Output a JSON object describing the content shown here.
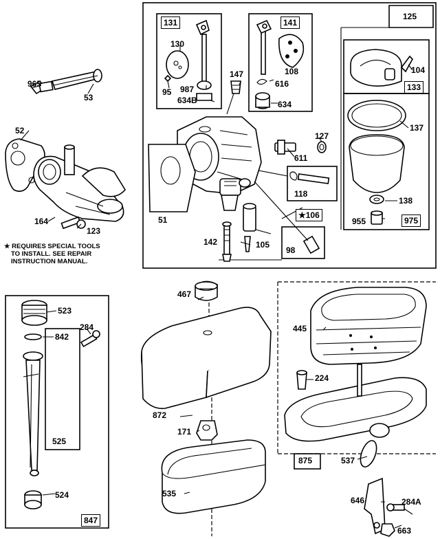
{
  "labels": {
    "l965": "965",
    "l53": "53",
    "l52": "52",
    "l164": "164",
    "l123": "123",
    "l131": "131",
    "l130": "130",
    "l95": "95",
    "l987": "987",
    "l634B": "634B",
    "l147": "147",
    "l141": "141",
    "l108": "108",
    "l616": "616",
    "l634": "634",
    "l125": "125",
    "l104": "104",
    "l133": "133",
    "l137": "137",
    "l127": "127",
    "l611": "611",
    "l118": "118",
    "l51": "51",
    "l106": "★106",
    "l142": "142",
    "l105": "105",
    "l98": "98",
    "l138": "138",
    "l955": "955",
    "l975": "975",
    "l523": "523",
    "l284": "284",
    "l842": "842",
    "l525": "525",
    "l524": "524",
    "l847": "847",
    "l467": "467",
    "l872": "872",
    "l171": "171",
    "l535": "535",
    "l445": "445",
    "l224": "224",
    "l875": "875",
    "l537": "537",
    "l646": "646",
    "l284A": "284A",
    "l663": "663"
  },
  "note": {
    "line1": "★ REQUIRES SPECIAL TOOLS",
    "line2": "TO INSTALL. SEE REPAIR",
    "line3": "INSTRUCTION MANUAL."
  }
}
